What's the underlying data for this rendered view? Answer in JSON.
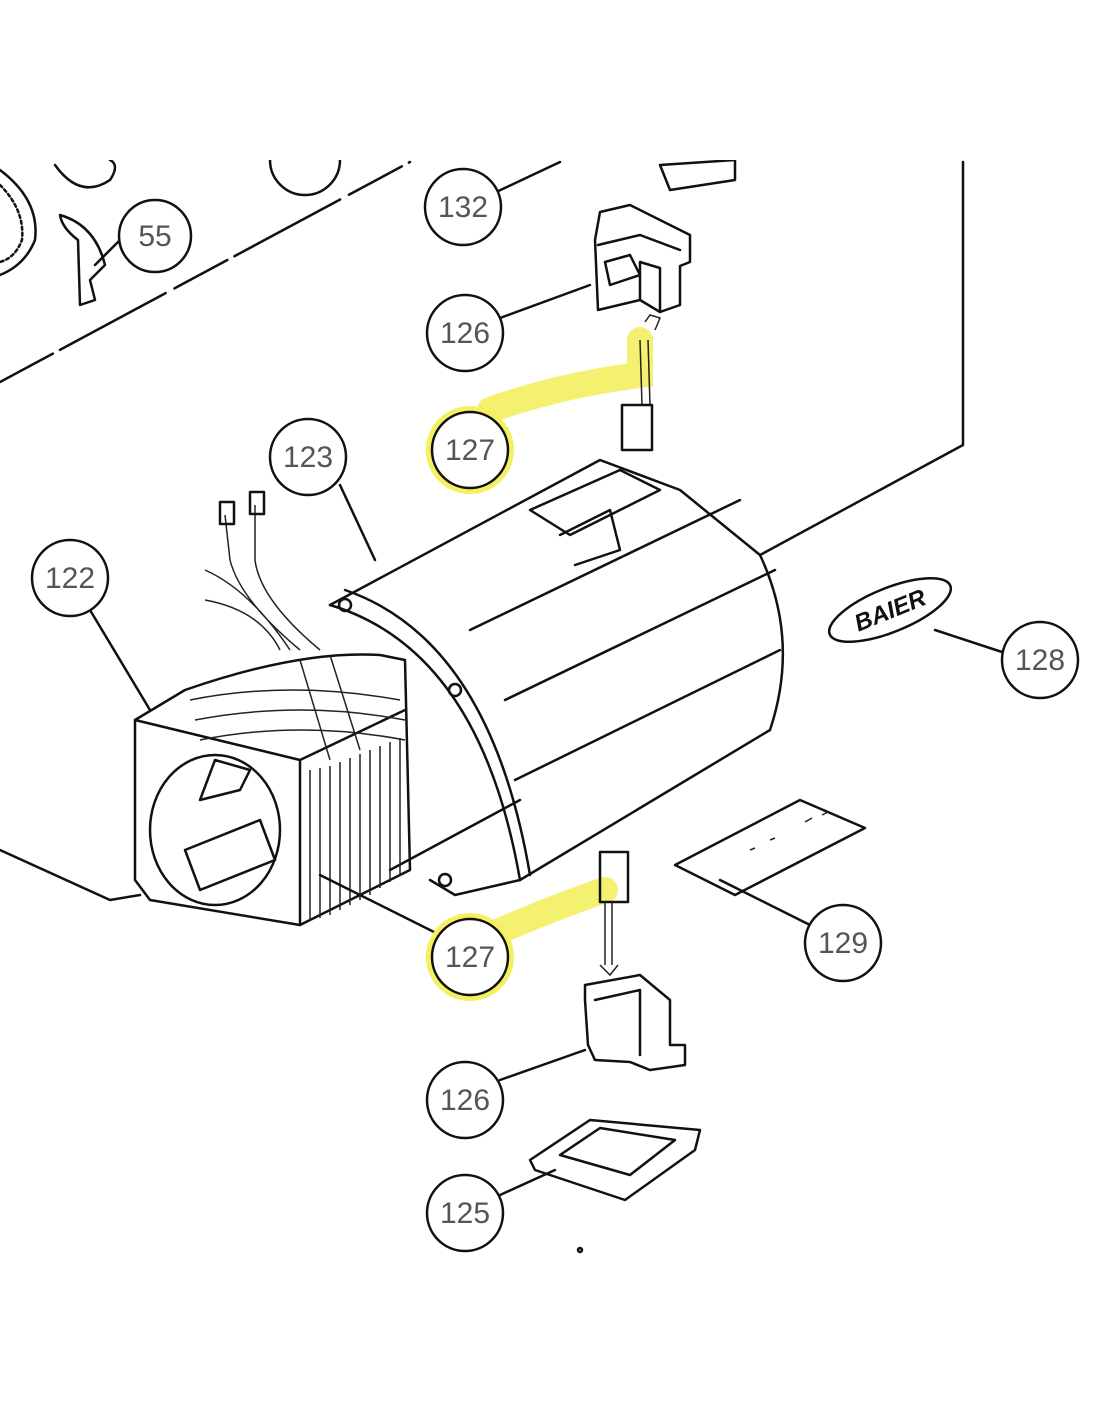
{
  "diagram": {
    "type": "exploded parts diagram",
    "highlight_color": "#f4f060",
    "callouts": {
      "c55": "55",
      "c132": "132",
      "c126_top": "126",
      "c127_top": "127",
      "c123": "123",
      "c122": "122",
      "c128": "128",
      "c129": "129",
      "c127_bottom": "127",
      "c126_bottom": "126",
      "c125": "125"
    },
    "logo_text": "BAIER"
  }
}
